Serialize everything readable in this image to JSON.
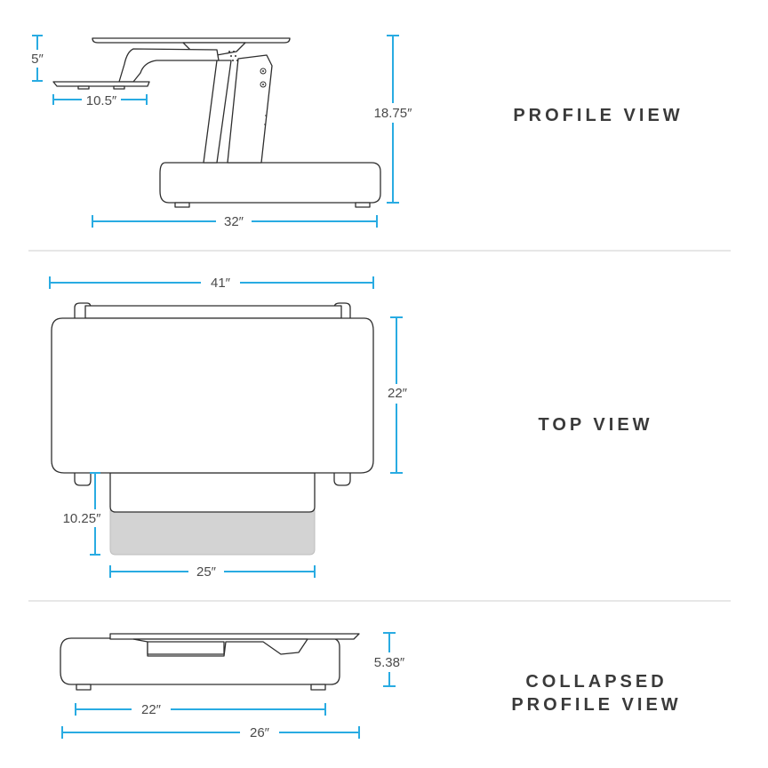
{
  "colors": {
    "dimension_line": "#29ABE2",
    "outline": "#2e2e2e",
    "mat_fill": "#d3d3d3",
    "divider": "#cfcfcf"
  },
  "profile_view": {
    "title": "PROFILE VIEW",
    "dims": {
      "height": "18.75″",
      "depth": "32″",
      "keyboard_drop": "5″",
      "keyboard_depth": "10.5″"
    }
  },
  "top_view": {
    "title": "TOP VIEW",
    "dims": {
      "width": "41″",
      "depth": "22″",
      "tray_depth": "10.25″",
      "tray_width": "25″"
    }
  },
  "collapsed_view": {
    "title_line1": "COLLAPSED",
    "title_line2": "PROFILE VIEW",
    "dims": {
      "height": "5.38″",
      "base_depth": "22″",
      "overall_depth": "26″"
    }
  }
}
